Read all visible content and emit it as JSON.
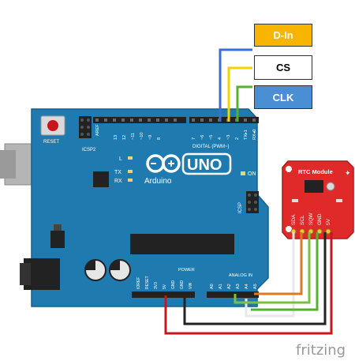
{
  "labels": {
    "din": {
      "text": "D-In",
      "bg": "#f7b500"
    },
    "cs": {
      "text": "CS",
      "bg": "#ffffff"
    },
    "clk": {
      "text": "CLK",
      "bg": "#4a8fd4"
    }
  },
  "arduino": {
    "brand": "Arduino",
    "model": "UNO",
    "reset": "RESET",
    "icsp2": "ICSP2",
    "icsp": "ICSP",
    "on": "ON",
    "l": "L",
    "tx": "TX",
    "rx": "RX",
    "aref": "AREF",
    "digital_header": "DIGITAL (PWM~)",
    "power_header": "POWER",
    "analog_header": "ANALOG IN",
    "digital_pins": [
      "13",
      "12",
      "~11",
      "~10",
      "~9",
      "8",
      "7",
      "~6",
      "~5",
      "4",
      "~3",
      "2",
      "TX▸1",
      "RX◂0"
    ],
    "power_pins": [
      "IOREF",
      "RESET",
      "3V3",
      "5V",
      "GND",
      "GND",
      "VIN"
    ],
    "analog_pins": [
      "A0",
      "A1",
      "A2",
      "A3",
      "A4",
      "A5"
    ],
    "color": "#1f7ab0"
  },
  "rtc": {
    "title": "RTC Module",
    "pins": [
      "SDA",
      "SCL",
      "SQW",
      "GND",
      "5V"
    ],
    "color": "#e02a2a"
  },
  "wire_colors": {
    "blue": "#3b6fd6",
    "yellow": "#f2d400",
    "green": "#55b030",
    "orange": "#e07820",
    "red": "#c8161d",
    "black": "#222222",
    "white": "#e8e8e8",
    "lightgreen": "#7ac043"
  },
  "watermark": "fritzing"
}
